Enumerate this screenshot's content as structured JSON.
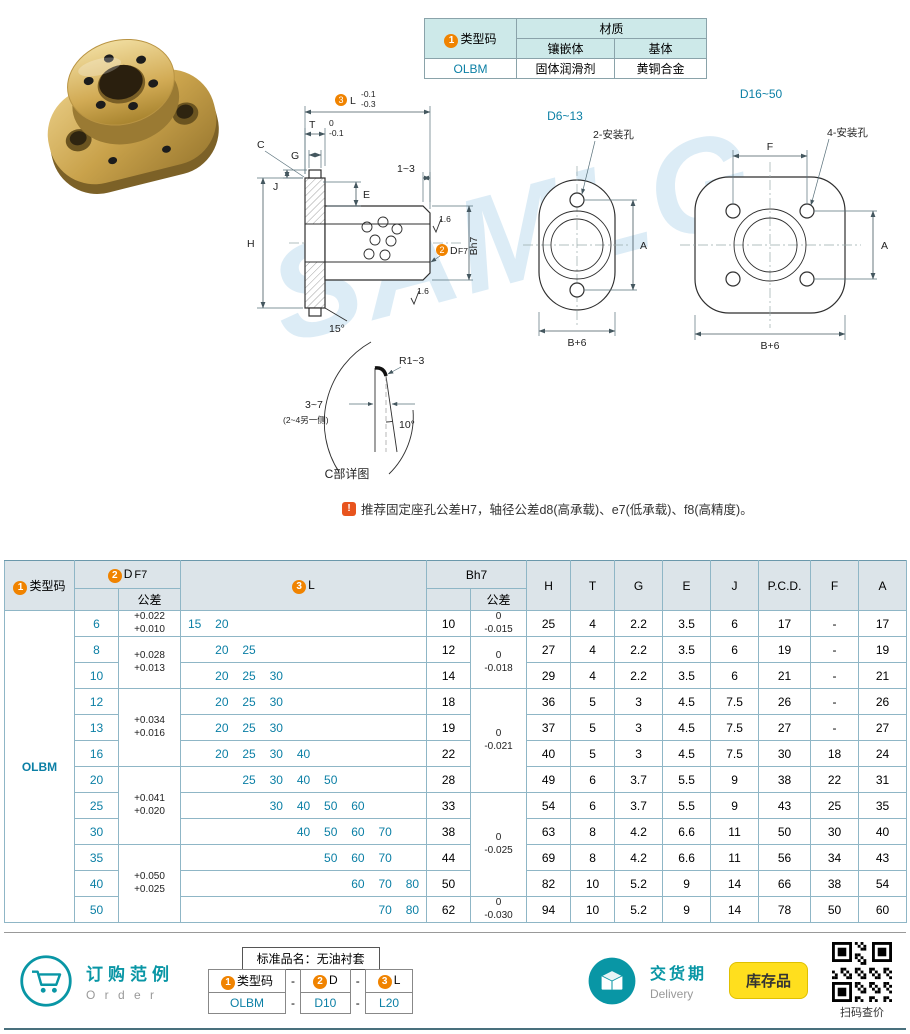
{
  "material_table": {
    "type_code_header": {
      "num": "1",
      "label": "类型码"
    },
    "material_header": "材质",
    "inlay_header": "镶嵌体",
    "base_header": "基体",
    "type_code": "OLBM",
    "inlay_value": "固体润滑剂",
    "base_value": "黄铜合金"
  },
  "drawings": {
    "watermark": "SAMLG",
    "side_view": {
      "l_num": "3",
      "l_label": "L",
      "l_tol_upper": "-0.1",
      "l_tol_lower": "-0.3",
      "t_label": "T",
      "t_tol_upper": "0",
      "t_tol_lower": "-0.1",
      "c_label": "C",
      "g_label": "G",
      "j_label": "J",
      "e_label": "E",
      "chamfer_label": "1~3",
      "h_label": "H",
      "d_num": "2",
      "d_label": "D",
      "d_suffix": "F7",
      "b_label": "Bh7",
      "angle_label": "15°",
      "roughness1": "1.6",
      "roughness2": "1.6"
    },
    "front_view_2hole": {
      "title": "D6~13",
      "holes_label": "2-安装孔",
      "a_label": "A",
      "b_label": "B+6"
    },
    "front_view_4hole": {
      "title": "D16~50",
      "holes_label": "4-安装孔",
      "f_label": "F",
      "a_label": "A",
      "b_label": "B+6"
    },
    "detail_view": {
      "radius_label": "R1~3",
      "angle_label": "10°",
      "dim_label": "3~7",
      "dim_note": "(2~4另一侧)",
      "caption": "C部详图"
    }
  },
  "note": {
    "text": "推荐固定座孔公差H7，轴径公差d8(高承载)、e7(低承载)、f8(高精度)。"
  },
  "main_table": {
    "type_code": "OLBM",
    "header": {
      "type_code": {
        "num": "1",
        "label": "类型码"
      },
      "d": {
        "num": "2",
        "label": "D",
        "suffix": "F7"
      },
      "l": {
        "num": "3",
        "label": "L"
      },
      "tol": "公差",
      "b": "Bh7",
      "cols": [
        "H",
        "T",
        "G",
        "E",
        "J",
        "P.C.D.",
        "F",
        "A"
      ]
    },
    "l_scale": [
      15,
      20,
      25,
      30,
      40,
      50,
      60,
      70,
      80
    ],
    "d_tol_groups": [
      {
        "span": 1,
        "upper": "+0.022",
        "lower": "+0.010"
      },
      {
        "span": 2,
        "upper": "+0.028",
        "lower": "+0.013"
      },
      {
        "span": 3,
        "upper": "+0.034",
        "lower": "+0.016"
      },
      {
        "span": 3,
        "upper": "+0.041",
        "lower": "+0.020"
      },
      {
        "span": 3,
        "upper": "+0.050",
        "lower": "+0.025"
      }
    ],
    "b_tol_groups": [
      {
        "span": 1,
        "upper": "0",
        "lower": "-0.015"
      },
      {
        "span": 2,
        "upper": "0",
        "lower": "-0.018"
      },
      {
        "span": 4,
        "upper": "0",
        "lower": "-0.021"
      },
      {
        "span": 4,
        "upper": "0",
        "lower": "-0.025"
      },
      {
        "span": 1,
        "upper": "0",
        "lower": "-0.030"
      }
    ],
    "rows": [
      {
        "d": 6,
        "l": [
          15,
          20
        ],
        "b": 10,
        "h": 25,
        "t": 4,
        "g": 2.2,
        "e": 3.5,
        "j": 6,
        "pcd": 17,
        "f": "-",
        "a": 17
      },
      {
        "d": 8,
        "l": [
          20,
          25
        ],
        "b": 12,
        "h": 27,
        "t": 4,
        "g": 2.2,
        "e": 3.5,
        "j": 6,
        "pcd": 19,
        "f": "-",
        "a": 19
      },
      {
        "d": 10,
        "l": [
          20,
          25,
          30
        ],
        "b": 14,
        "h": 29,
        "t": 4,
        "g": 2.2,
        "e": 3.5,
        "j": 6,
        "pcd": 21,
        "f": "-",
        "a": 21
      },
      {
        "d": 12,
        "l": [
          20,
          25,
          30
        ],
        "b": 18,
        "h": 36,
        "t": 5,
        "g": 3,
        "e": 4.5,
        "j": 7.5,
        "pcd": 26,
        "f": "-",
        "a": 26
      },
      {
        "d": 13,
        "l": [
          20,
          25,
          30
        ],
        "b": 19,
        "h": 37,
        "t": 5,
        "g": 3,
        "e": 4.5,
        "j": 7.5,
        "pcd": 27,
        "f": "-",
        "a": 27
      },
      {
        "d": 16,
        "l": [
          20,
          25,
          30,
          40
        ],
        "b": 22,
        "h": 40,
        "t": 5,
        "g": 3,
        "e": 4.5,
        "j": 7.5,
        "pcd": 30,
        "f": 18,
        "a": 24
      },
      {
        "d": 20,
        "l": [
          25,
          30,
          40,
          50
        ],
        "b": 28,
        "h": 49,
        "t": 6,
        "g": 3.7,
        "e": 5.5,
        "j": 9,
        "pcd": 38,
        "f": 22,
        "a": 31
      },
      {
        "d": 25,
        "l": [
          30,
          40,
          50,
          60
        ],
        "b": 33,
        "h": 54,
        "t": 6,
        "g": 3.7,
        "e": 5.5,
        "j": 9,
        "pcd": 43,
        "f": 25,
        "a": 35
      },
      {
        "d": 30,
        "l": [
          40,
          50,
          60,
          70
        ],
        "b": 38,
        "h": 63,
        "t": 8,
        "g": 4.2,
        "e": 6.6,
        "j": 11,
        "pcd": 50,
        "f": 30,
        "a": 40
      },
      {
        "d": 35,
        "l": [
          50,
          60,
          70
        ],
        "b": 44,
        "h": 69,
        "t": 8,
        "g": 4.2,
        "e": 6.6,
        "j": 11,
        "pcd": 56,
        "f": 34,
        "a": 43
      },
      {
        "d": 40,
        "l": [
          60,
          70,
          80
        ],
        "b": 50,
        "h": 82,
        "t": 10,
        "g": 5.2,
        "e": 9,
        "j": 14,
        "pcd": 66,
        "f": 38,
        "a": 54
      },
      {
        "d": 50,
        "l": [
          70,
          80
        ],
        "b": 62,
        "h": 94,
        "t": 10,
        "g": 5.2,
        "e": 9,
        "j": 14,
        "pcd": 78,
        "f": 50,
        "a": 60
      }
    ]
  },
  "footer": {
    "order_title_cn": "订购范例",
    "order_title_en": "O r d e r",
    "product_name_label": "标准品名：无油衬套",
    "code_headers": [
      {
        "num": "1",
        "label": "类型码"
      },
      {
        "num": "2",
        "label": "D"
      },
      {
        "num": "3",
        "label": "L"
      }
    ],
    "code_values": [
      "OLBM",
      "D10",
      "L20"
    ],
    "separator": "-",
    "delivery_cn": "交货期",
    "delivery_en": "Delivery",
    "stock_badge": "库存品",
    "qr_caption": "扫码查价"
  }
}
